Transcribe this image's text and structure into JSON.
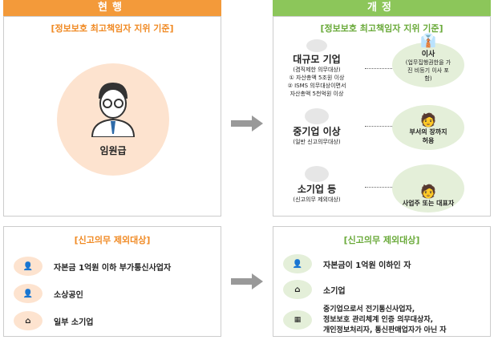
{
  "current": {
    "header": "현행",
    "title": "[정보보호 최고책임자 지위 기준]",
    "role": "임원급",
    "exempt_title": "[신고의무 제외대상]",
    "exempt": [
      {
        "icon": "person-icon",
        "text": "자본금 1억원 이하 부가통신사업자"
      },
      {
        "icon": "merchant-icon",
        "text": "소상공인"
      },
      {
        "icon": "house-icon",
        "text": "일부 소기업"
      }
    ]
  },
  "revised": {
    "header": "개정",
    "title": "[정보보호 최고책임자 지위 기준]",
    "levels": [
      {
        "name": "대규모 기업",
        "sub": "(겸직제한 의무대상)",
        "notes": [
          "① 자산총액 5조원 이상",
          "② ISMS 의무대상이면서",
          "자산총액 5천억원 이상"
        ],
        "role": "이사",
        "role_sub": "(업무집행권한을 가진 비등기 이사 포함)"
      },
      {
        "name": "중기업 이상",
        "sub": "(일반 신고의무대상)",
        "role": "부서의 장까지 허용"
      },
      {
        "name": "소기업 등",
        "sub": "(신고의무 제외대상)",
        "role": "사업주 또는 대표자"
      }
    ],
    "exempt_title": "[신고의무 제외대상]",
    "exempt": [
      {
        "icon": "person-icon",
        "text": "자본금이 1억원 이하인 자"
      },
      {
        "icon": "house-icon",
        "text": "소기업"
      },
      {
        "icon": "building-icon",
        "lines": [
          "중기업으로서 전기통신사업자,",
          "정보보호 관리체계 인증 의무대상자,",
          "개인정보처리자, 통신판매업자가 아닌 자"
        ]
      }
    ]
  },
  "colors": {
    "orange": "#f39a3a",
    "green": "#8cc65a",
    "peach": "#fde3cf",
    "lightgreen": "#e4efd9"
  }
}
